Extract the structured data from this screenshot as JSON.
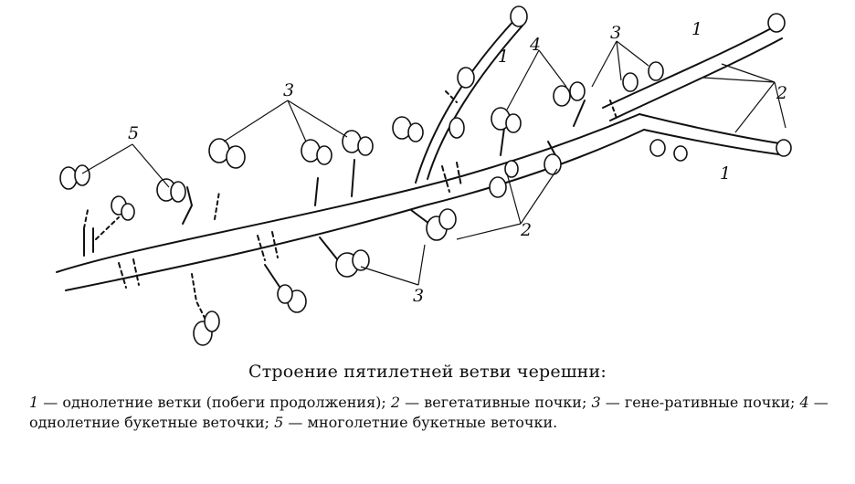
{
  "figure": {
    "labels": [
      {
        "id": "shoot-top",
        "text": "1"
      },
      {
        "id": "shoot-upper",
        "text": "1"
      },
      {
        "id": "shoot-lower",
        "text": "1"
      },
      {
        "id": "veg-upper",
        "text": "2"
      },
      {
        "id": "veg-middle",
        "text": "2"
      },
      {
        "id": "gen-top",
        "text": "3"
      },
      {
        "id": "gen-right",
        "text": "3"
      },
      {
        "id": "gen-bottom",
        "text": "3"
      },
      {
        "id": "bouquet-1yr",
        "text": "4"
      },
      {
        "id": "bouquet-perennial",
        "text": "5"
      }
    ]
  },
  "caption": {
    "title": "Строение пятилетней ветви черешни:",
    "legend": [
      {
        "num": "1",
        "text": " — однолетние ветки (побеги продолжения); "
      },
      {
        "num": "2",
        "text": " — вегетативные почки; "
      },
      {
        "num": "3",
        "text": " — гене-ративные почки; "
      },
      {
        "num": "4",
        "text": " — однолетние букетные веточки; "
      },
      {
        "num": "5",
        "text": " — многолетние букетные веточки."
      }
    ]
  }
}
